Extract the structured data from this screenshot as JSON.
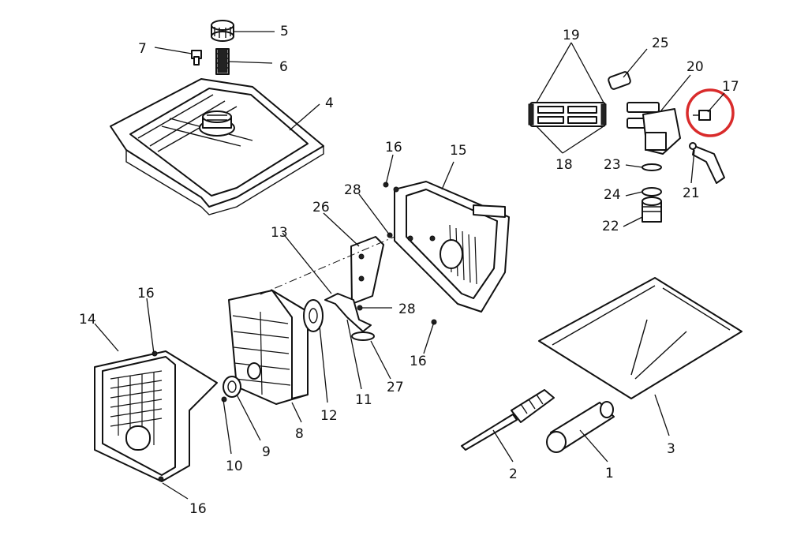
{
  "diagram": {
    "callouts": {
      "n1": "1",
      "n2": "2",
      "n3": "3",
      "n4": "4",
      "n5": "5",
      "n6": "6",
      "n7": "7",
      "n8": "8",
      "n9": "9",
      "n10": "10",
      "n11": "11",
      "n12": "12",
      "n13": "13",
      "n14": "14",
      "n15": "15",
      "n16a": "16",
      "n16b": "16",
      "n16c": "16",
      "n16d": "16",
      "n17": "17",
      "n18": "18",
      "n19": "19",
      "n20": "20",
      "n21": "21",
      "n22": "22",
      "n23": "23",
      "n24": "24",
      "n25": "25",
      "n26": "26",
      "n27": "27",
      "n28a": "28",
      "n28b": "28"
    },
    "highlight_color": "#d92b2b"
  }
}
